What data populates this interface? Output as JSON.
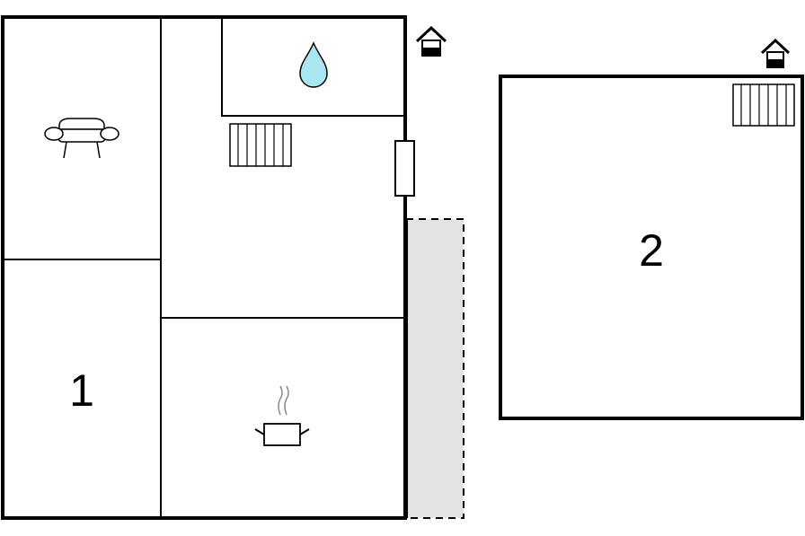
{
  "colors": {
    "wall": "#000000",
    "terrace_fill": "#e3e3e3",
    "water_drop": "#a8e6f2",
    "background": "#ffffff"
  },
  "building_1": {
    "label": "1",
    "icons": [
      "sofa-icon",
      "bathroom-water-drop-icon",
      "radiator-icon",
      "kitchen-pot-icon",
      "entrance-house-icon",
      "window"
    ]
  },
  "building_2": {
    "label": "2",
    "icons": [
      "radiator-icon",
      "entrance-house-icon"
    ]
  },
  "terrace": {
    "style": "dashed outline, grey fill"
  }
}
